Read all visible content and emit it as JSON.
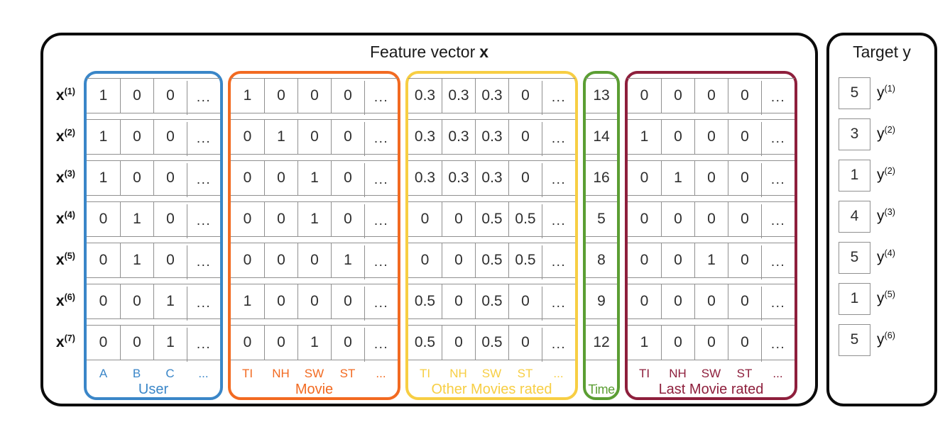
{
  "header": {
    "feature_title_prefix": "Feature vector",
    "feature_title_bold": "x",
    "target_title": "Target y"
  },
  "colors": {
    "user": "#3A86C8",
    "movie": "#F26A21",
    "other": "#F7CE43",
    "time": "#5B9E33",
    "last": "#8E1F3C",
    "grid": "#909090",
    "outline": "#0B0B0B",
    "celltext": "#2E2E2E"
  },
  "matrix": {
    "row_label_base": "x"
  },
  "groups": [
    {
      "id": "user",
      "letters": [
        "A",
        "B",
        "C",
        "..."
      ],
      "label": "User"
    },
    {
      "id": "movie",
      "letters": [
        "TI",
        "NH",
        "SW",
        "ST",
        "..."
      ],
      "label": "Movie"
    },
    {
      "id": "other",
      "letters": [
        "TI",
        "NH",
        "SW",
        "ST",
        "..."
      ],
      "label": "Other Movies rated"
    },
    {
      "id": "time",
      "letters": [],
      "label": "Time"
    },
    {
      "id": "last",
      "letters": [
        "TI",
        "NH",
        "SW",
        "ST",
        "..."
      ],
      "label": "Last Movie rated"
    }
  ],
  "rows": [
    {
      "sup": "(1)",
      "user": [
        "1",
        "0",
        "0",
        "..."
      ],
      "movie": [
        "1",
        "0",
        "0",
        "0",
        "..."
      ],
      "other": [
        "0.3",
        "0.3",
        "0.3",
        "0",
        "..."
      ],
      "time": [
        "13"
      ],
      "last": [
        "0",
        "0",
        "0",
        "0",
        "..."
      ]
    },
    {
      "sup": "(2)",
      "user": [
        "1",
        "0",
        "0",
        "..."
      ],
      "movie": [
        "0",
        "1",
        "0",
        "0",
        "..."
      ],
      "other": [
        "0.3",
        "0.3",
        "0.3",
        "0",
        "..."
      ],
      "time": [
        "14"
      ],
      "last": [
        "1",
        "0",
        "0",
        "0",
        "..."
      ]
    },
    {
      "sup": "(3)",
      "user": [
        "1",
        "0",
        "0",
        "..."
      ],
      "movie": [
        "0",
        "0",
        "1",
        "0",
        "..."
      ],
      "other": [
        "0.3",
        "0.3",
        "0.3",
        "0",
        "..."
      ],
      "time": [
        "16"
      ],
      "last": [
        "0",
        "1",
        "0",
        "0",
        "..."
      ]
    },
    {
      "sup": "(4)",
      "user": [
        "0",
        "1",
        "0",
        "..."
      ],
      "movie": [
        "0",
        "0",
        "1",
        "0",
        "..."
      ],
      "other": [
        "0",
        "0",
        "0.5",
        "0.5",
        "..."
      ],
      "time": [
        "5"
      ],
      "last": [
        "0",
        "0",
        "0",
        "0",
        "..."
      ]
    },
    {
      "sup": "(5)",
      "user": [
        "0",
        "1",
        "0",
        "..."
      ],
      "movie": [
        "0",
        "0",
        "0",
        "1",
        "..."
      ],
      "other": [
        "0",
        "0",
        "0.5",
        "0.5",
        "..."
      ],
      "time": [
        "8"
      ],
      "last": [
        "0",
        "0",
        "1",
        "0",
        "..."
      ]
    },
    {
      "sup": "(6)",
      "user": [
        "0",
        "0",
        "1",
        "..."
      ],
      "movie": [
        "1",
        "0",
        "0",
        "0",
        "..."
      ],
      "other": [
        "0.5",
        "0",
        "0.5",
        "0",
        "..."
      ],
      "time": [
        "9"
      ],
      "last": [
        "0",
        "0",
        "0",
        "0",
        "..."
      ]
    },
    {
      "sup": "(7)",
      "user": [
        "0",
        "0",
        "1",
        "..."
      ],
      "movie": [
        "0",
        "0",
        "1",
        "0",
        "..."
      ],
      "other": [
        "0.5",
        "0",
        "0.5",
        "0",
        "..."
      ],
      "time": [
        "12"
      ],
      "last": [
        "1",
        "0",
        "0",
        "0",
        "..."
      ]
    }
  ],
  "target": {
    "label_base": "y",
    "rows": [
      {
        "value": "5",
        "sup": "(1)"
      },
      {
        "value": "3",
        "sup": "(2)"
      },
      {
        "value": "1",
        "sup": "(2)"
      },
      {
        "value": "4",
        "sup": "(3)"
      },
      {
        "value": "5",
        "sup": "(4)"
      },
      {
        "value": "1",
        "sup": "(5)"
      },
      {
        "value": "5",
        "sup": "(6)"
      }
    ]
  }
}
